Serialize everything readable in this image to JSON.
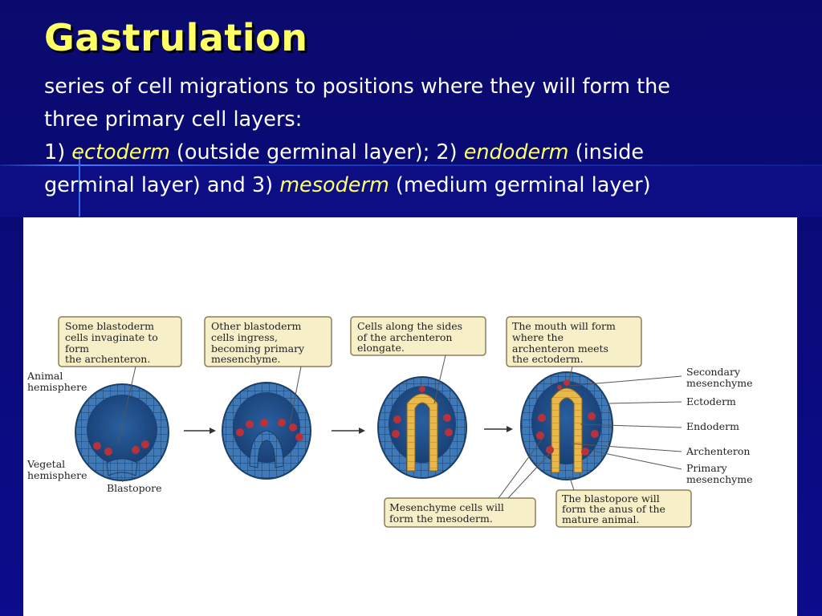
{
  "title": "Gastrulation",
  "body": {
    "line1": "series of cell migrations to positions where they will form the",
    "line2": "three primary cell layers:",
    "p3a": "1) ",
    "ectoderm": "ectoderm",
    "p3b": " (outside germinal layer); 2) ",
    "endoderm": "endoderm",
    "p3c": " (inside",
    "p4a": "germinal layer) and 3) ",
    "mesoderm": "mesoderm",
    "p4b": " (medium germinal layer)"
  },
  "diagram": {
    "callouts": {
      "c1": [
        "Some blastoderm",
        "cells invaginate to",
        "form",
        "the archenteron."
      ],
      "c2": [
        "Other blastoderm",
        "cells ingress,",
        "becoming primary",
        "mesenchyme."
      ],
      "c3": [
        "Cells along the sides",
        "of the archenteron",
        "elongate."
      ],
      "c4": [
        "The mouth will form",
        "where the",
        "archenteron meets",
        "the ectoderm."
      ],
      "c5": [
        "Mesenchyme cells will",
        "form the mesoderm."
      ],
      "c6": [
        "The blastopore will",
        "form the anus of the",
        "mature animal."
      ]
    },
    "labels": {
      "animal": [
        "Animal",
        "hemisphere"
      ],
      "vegetal": [
        "Vegetal",
        "hemisphere"
      ],
      "blastopore": "Blastopore",
      "secondary": [
        "Secondary",
        "mesenchyme"
      ],
      "ectoderm": "Ectoderm",
      "endoderm": "Endoderm",
      "archenteron": "Archenteron",
      "primary": [
        "Primary",
        "mesenchyme"
      ]
    },
    "colors": {
      "ectoderm_blue": "#3f79b8",
      "cell_edge": "#1b3f66",
      "mesenchyme_red": "#b8323c",
      "archenteron_yellow": "#e8b84a",
      "callout_fill": "#f6efc8",
      "callout_border": "#8a7f5a"
    }
  }
}
